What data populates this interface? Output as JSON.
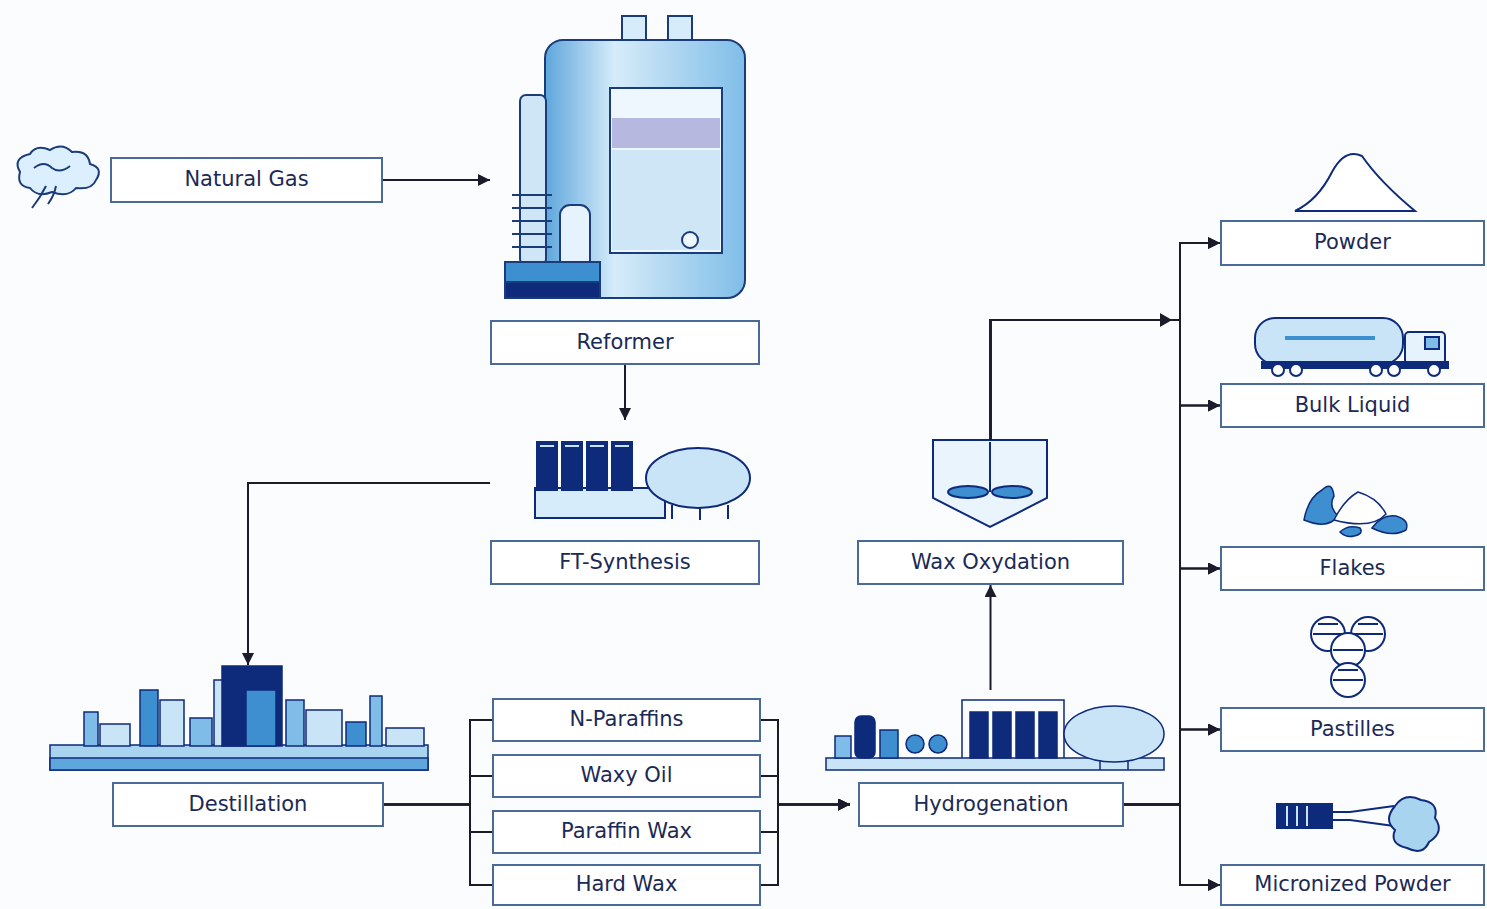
{
  "diagram": {
    "nodes": [
      {
        "text": [
          "Natural Gas"
        ]
      },
      {
        "text": [
          "Reformer"
        ]
      },
      {
        "text": [
          "FT-Synthesis"
        ]
      },
      {
        "text": [
          "Destillation"
        ]
      },
      {
        "text": [
          "N-Paraffins"
        ]
      },
      {
        "text": [
          "Waxy Oil"
        ]
      },
      {
        "text": [
          "Paraffin Wax"
        ]
      },
      {
        "text": [
          "Hard Wax"
        ]
      },
      {
        "text": [
          "Hydrogenation"
        ]
      },
      {
        "text": [
          "Wax Oxydation"
        ]
      },
      {
        "text": [
          "Powder"
        ]
      },
      {
        "text": [
          "Bulk Liquid"
        ]
      },
      {
        "text": [
          "Flakes"
        ]
      },
      {
        "text": [
          "Pastilles"
        ]
      },
      {
        "text": [
          "Micronized Powder"
        ]
      }
    ],
    "edges": [
      {
        "from": 0,
        "to": 1,
        "arrow": "to"
      },
      {
        "from": 1,
        "to": 2,
        "arrow": "to"
      },
      {
        "from": 2,
        "to": 3,
        "arrow": "to"
      },
      {
        "from": 3,
        "to": 4,
        "arrow": "none"
      },
      {
        "from": 3,
        "to": 5,
        "arrow": "none"
      },
      {
        "from": 3,
        "to": 6,
        "arrow": "none"
      },
      {
        "from": 3,
        "to": 7,
        "arrow": "none"
      },
      {
        "from": 4,
        "to": 8,
        "arrow": "to"
      },
      {
        "from": 5,
        "to": 8,
        "arrow": "to"
      },
      {
        "from": 6,
        "to": 8,
        "arrow": "to"
      },
      {
        "from": 7,
        "to": 8,
        "arrow": "to"
      },
      {
        "from": 8,
        "to": 9,
        "arrow": "to"
      },
      {
        "from": 8,
        "to": 10,
        "arrow": "to"
      },
      {
        "from": 8,
        "to": 11,
        "arrow": "to"
      },
      {
        "from": 8,
        "to": 12,
        "arrow": "to"
      },
      {
        "from": 8,
        "to": 13,
        "arrow": "to"
      },
      {
        "from": 8,
        "to": 14,
        "arrow": "to"
      },
      {
        "from": 9,
        "to": 10,
        "arrow": "to"
      },
      {
        "from": 9,
        "to": 11,
        "arrow": "to"
      },
      {
        "from": 9,
        "to": 12,
        "arrow": "to"
      },
      {
        "from": 9,
        "to": 13,
        "arrow": "to"
      },
      {
        "from": 9,
        "to": 14,
        "arrow": "to"
      }
    ]
  }
}
